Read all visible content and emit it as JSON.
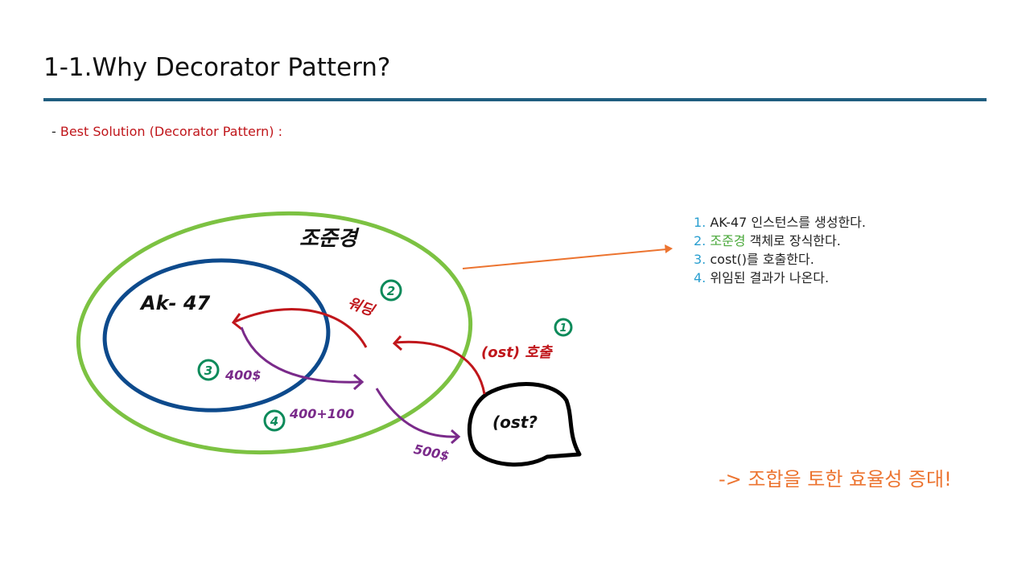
{
  "slide": {
    "title": "1-1.Why Decorator Pattern?",
    "subtitle_prefix": "- ",
    "subtitle": "Best Solution (Decorator Pattern) :"
  },
  "diagram": {
    "outer_label": "조준경",
    "inner_label": "Ak- 47",
    "wrap_label": "워딩",
    "wrap_step": "2",
    "call_label": "(ost) 호출",
    "call_step": "1",
    "cost_label": "(ost?",
    "inner_value": "400$",
    "inner_step": "3",
    "sum_value": "400+100",
    "sum_step": "4",
    "final_value": "500$"
  },
  "steps": [
    {
      "num": "1.",
      "pre": "",
      "highlight": "",
      "text": " AK-47 인스턴스를 생성한다."
    },
    {
      "num": "2.",
      "pre": " ",
      "highlight": "조준경",
      "text": " 객체로 장식한다."
    },
    {
      "num": "3.",
      "pre": "",
      "highlight": "",
      "text": " cost()를 호출한다."
    },
    {
      "num": "4.",
      "pre": "",
      "highlight": "",
      "text": " 위임된 결과가 나온다."
    }
  ],
  "conclusion": "-> 조합을 토한 효율성 증대!",
  "colors": {
    "outer_circle": "#7cc242",
    "inner_circle": "#0d4a8c",
    "red_arrow": "#c0161b",
    "purple_arrow": "#7a2a8a",
    "step_number": "#0c8a5a",
    "orange_arrow": "#ec7430",
    "rule": "#1f5e80"
  }
}
